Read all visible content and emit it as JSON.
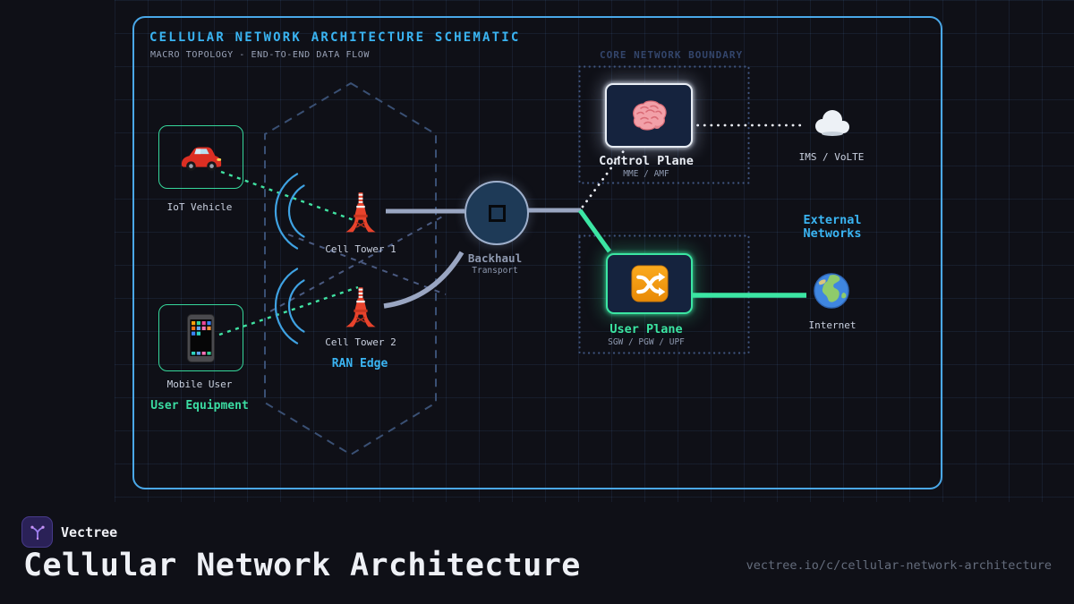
{
  "schematic": {
    "title": "CELLULAR NETWORK ARCHITECTURE SCHEMATIC",
    "subtitle": "MACRO TOPOLOGY - END-TO-END DATA FLOW",
    "core_boundary_label": "CORE NETWORK BOUNDARY",
    "ran_edge_label": "RAN Edge",
    "user_equipment_label": "User Equipment",
    "external_networks_label": "External\nNetworks",
    "nodes": {
      "iot_vehicle": {
        "label": "IoT Vehicle",
        "icon": "car-icon"
      },
      "mobile_user": {
        "label": "Mobile User",
        "icon": "smartphone-icon"
      },
      "cell_tower_1": {
        "label": "Cell Tower 1",
        "icon": "tower-icon"
      },
      "cell_tower_2": {
        "label": "Cell Tower 2",
        "icon": "tower-icon"
      },
      "backhaul": {
        "label": "Backhaul",
        "sublabel": "Transport",
        "icon": "square-icon"
      },
      "control_plane": {
        "label": "Control Plane",
        "sublabel": "MME / AMF",
        "icon": "brain-icon"
      },
      "user_plane": {
        "label": "User Plane",
        "sublabel": "SGW / PGW / UPF",
        "icon": "shuffle-icon"
      },
      "ims_volte": {
        "label": "IMS / VoLTE",
        "icon": "cloud-icon"
      },
      "internet": {
        "label": "Internet",
        "icon": "globe-icon"
      }
    }
  },
  "footer": {
    "brand": "Vectree",
    "title": "Cellular Network Architecture",
    "url": "vectree.io/c/cellular-network-architecture"
  },
  "colors": {
    "background": "#0f1017",
    "frame_blue": "#4aa8e8",
    "accent_blue": "#3ab4f2",
    "accent_green": "#3be6a2",
    "dashed_green": "#40e2a2",
    "line_slate": "#9aa6c2",
    "dashed_slate": "#4a5a80",
    "hexagon_dash": "#3a5074",
    "dotted_boundary": "#3f547e",
    "node_fill": "#15233e",
    "backhaul_fill": "#1e3a57",
    "label_gray": "#c9d0df",
    "sublabel_gray": "#8e99b0",
    "core_boundary_text": "#33456b",
    "white_line": "#eaecf2",
    "logo_purple": "#9f7ff0"
  }
}
